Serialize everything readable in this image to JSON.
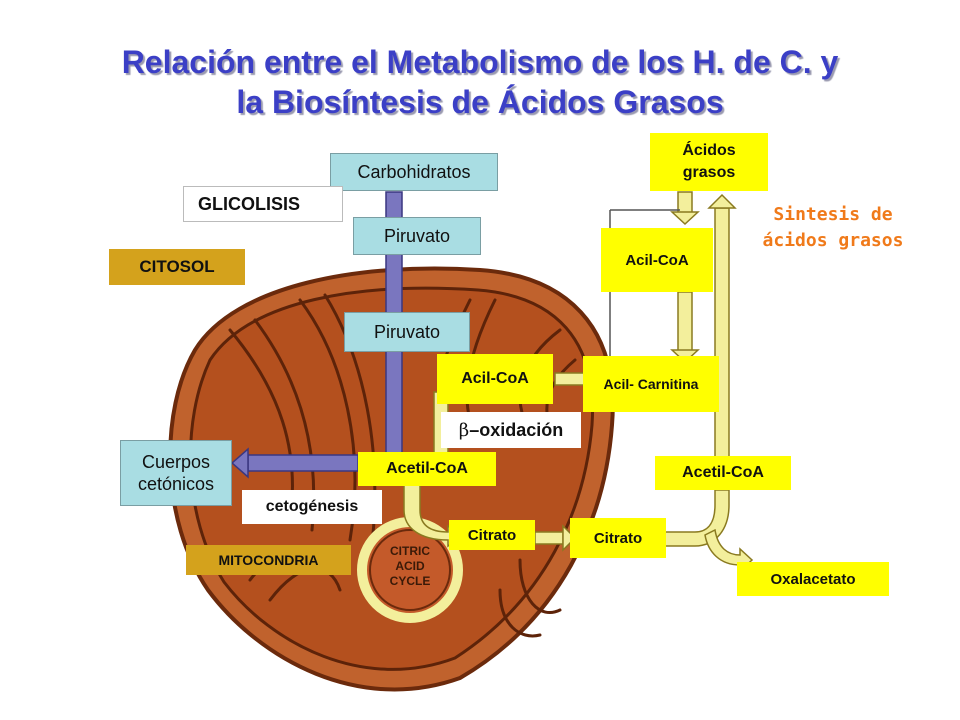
{
  "title": {
    "line1": "Relación entre el Metabolismo de los H. de C. y",
    "line2": "la Biosíntesis de Ácidos Grasos"
  },
  "labels": {
    "carbohidratos": "Carbohidratos",
    "glicolisis": "GLICOLISIS",
    "piruvato_citosol": "Piruvato",
    "citosol": "CITOSOL",
    "piruvato_mito": "Piruvato",
    "acil_coa_mito": "Acil-CoA",
    "acil_carnitina": "Acil- Carnitina",
    "beta_symbol": "β",
    "beta_rest": "–oxidación",
    "acetil_coa_mito": "Acetil-CoA",
    "cuerpos_line1": "Cuerpos",
    "cuerpos_line2": "cetónicos",
    "cetogenesis": "cetogénesis",
    "citrato_mito": "Citrato",
    "citrato_cyto": "Citrato",
    "mitocondria": "MITOCONDRIA",
    "cycle_line1": "CITRIC",
    "cycle_line2": "ACID",
    "cycle_line3": "CYCLE",
    "acidos_line1": "Ácidos",
    "acidos_line2": "grasos",
    "acil_coa_cyto": "Acil-CoA",
    "sintesis_line1": "Sintesis de",
    "sintesis_line2": "ácidos grasos",
    "acetil_coa_cyto": "Acetil-CoA",
    "oxalacetato": "Oxalacetato"
  },
  "colors": {
    "title": "#3b3fc6",
    "mitochondrion": "#b4501e",
    "arrow_purple": "#7a76bf",
    "arrow_yellow": "#f3ef9c",
    "label_cyan": "#a9dde3",
    "label_yellow": "#ffff00",
    "label_gold": "#d4a21c",
    "side_text": "#f07a1a"
  }
}
